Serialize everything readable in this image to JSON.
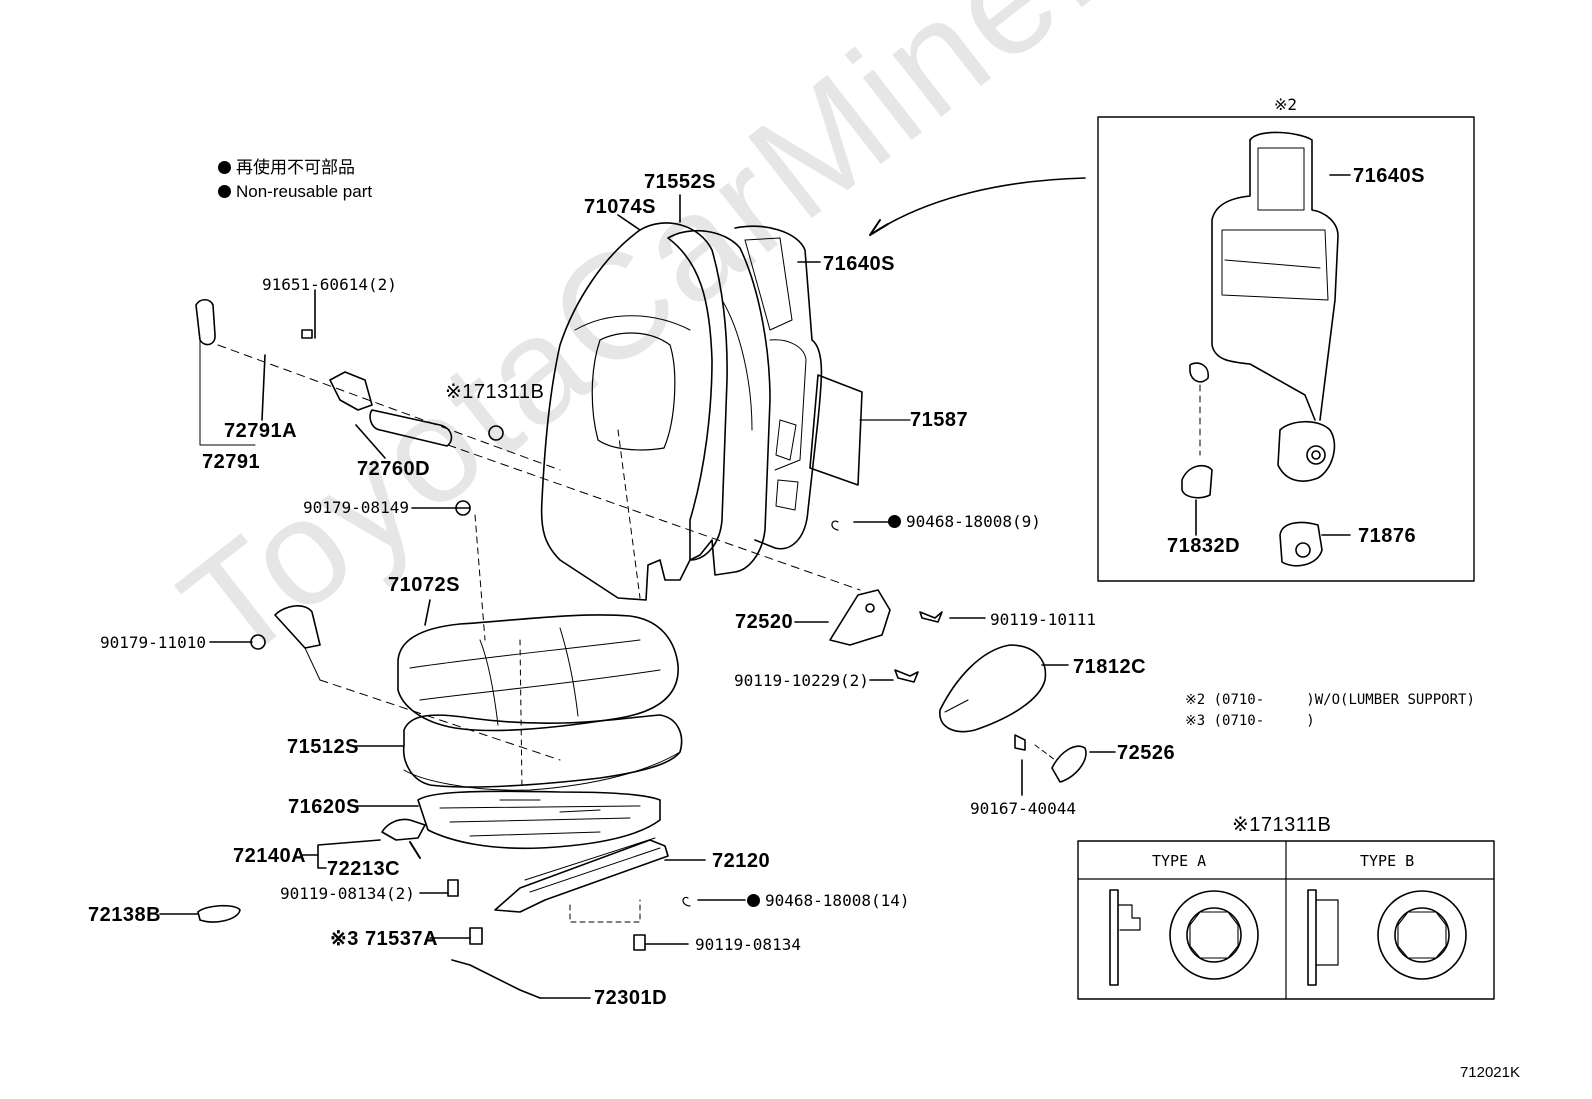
{
  "legend": {
    "line1": "再使用不可部品",
    "line2": "Non-reusable part"
  },
  "watermark": "ToyotaCarMine.ru",
  "inset_marker": "※2",
  "parts": {
    "p71552S": "71552S",
    "p71074S": "71074S",
    "p71640S_main": "71640S",
    "p91651": "91651-60614(2)",
    "p171311B": "※171311B",
    "p71587": "71587",
    "p72791A": "72791A",
    "p72791": "72791",
    "p72760D": "72760D",
    "p90179_08149": "90179-08149",
    "p90468_9": "90468-18008(9)",
    "p71072S": "71072S",
    "p72520": "72520",
    "p90119_10111": "90119-10111",
    "p90179_11010": "90179-11010",
    "p90119_10229": "90119-10229(2)",
    "p71812C": "71812C",
    "p71512S": "71512S",
    "p72526": "72526",
    "p71620S": "71620S",
    "p90167": "90167-40044",
    "p72140A": "72140A",
    "p72213C": "72213C",
    "p72120": "72120",
    "p90119_08134_2": "90119-08134(2)",
    "p90468_14": "90468-18008(14)",
    "p72138B": "72138B",
    "p71537A": "※3 71537A",
    "p90119_08134": "90119-08134",
    "p72301D": "72301D",
    "p71640S_inset": "71640S",
    "p71832D": "71832D",
    "p71876": "71876"
  },
  "notes": {
    "line1": "※2 (0710-     )W/O(LUMBER SUPPORT)",
    "line2": "※3 (0710-     )"
  },
  "type_table": {
    "title": "※171311B",
    "col_a": "TYPE A",
    "col_b": "TYPE B"
  },
  "figure_id": "712021K"
}
